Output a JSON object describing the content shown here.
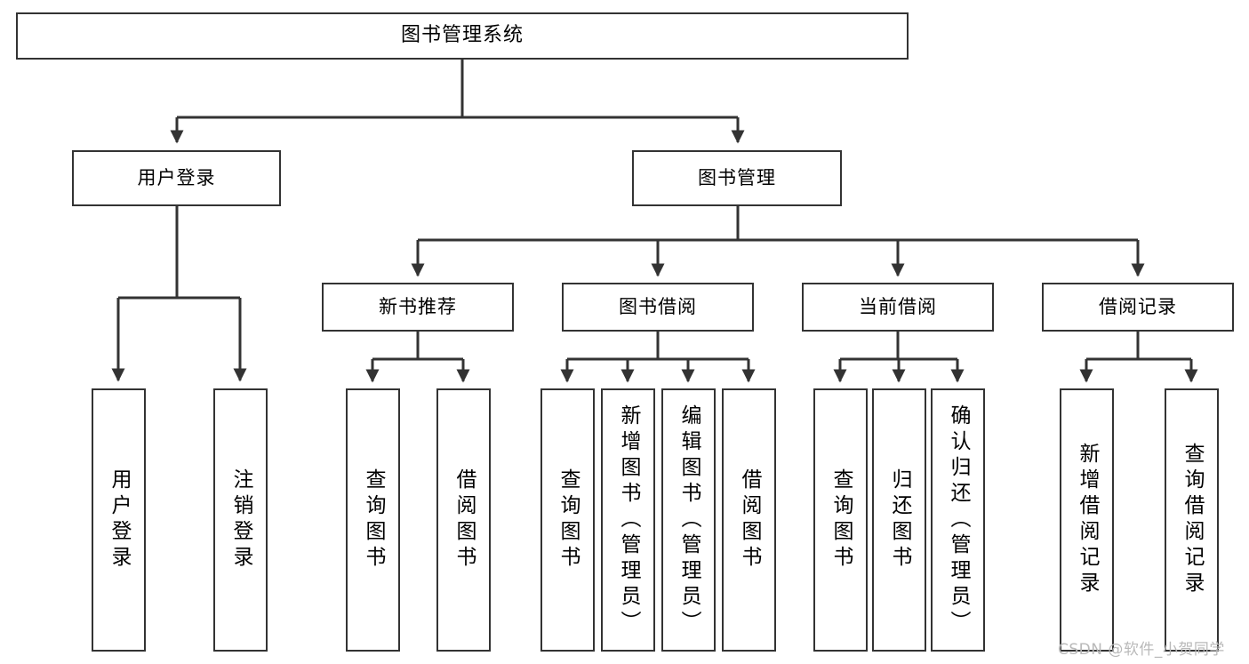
{
  "diagram": {
    "title": "图书管理系统",
    "type": "tree-hierarchy",
    "orientation": "top-down",
    "line_color": "#333333",
    "box_fill": "#ffffff",
    "box_border": "#333333"
  },
  "nodes": {
    "root": {
      "label": "图书管理系统"
    },
    "level2": [
      {
        "id": "user-login",
        "label": "用户登录"
      },
      {
        "id": "book-manage",
        "label": "图书管理"
      }
    ],
    "level3": [
      {
        "id": "new-book-recommend",
        "label": "新书推荐"
      },
      {
        "id": "book-borrow",
        "label": "图书借阅"
      },
      {
        "id": "current-borrow",
        "label": "当前借阅"
      },
      {
        "id": "borrow-record",
        "label": "借阅记录"
      }
    ],
    "leaves": {
      "user-login": [
        {
          "id": "leaf-user-login",
          "label": "用户登录"
        },
        {
          "id": "leaf-logout",
          "label": "注销登录"
        }
      ],
      "new-book-recommend": [
        {
          "id": "leaf-query-book-1",
          "label": "查询图书"
        },
        {
          "id": "leaf-borrow-book-1",
          "label": "借阅图书"
        }
      ],
      "book-borrow": [
        {
          "id": "leaf-query-book-2",
          "label": "查询图书"
        },
        {
          "id": "leaf-add-book",
          "label": "新增图书（管理员）"
        },
        {
          "id": "leaf-edit-book",
          "label": "编辑图书（管理员）"
        },
        {
          "id": "leaf-borrow-book-2",
          "label": "借阅图书"
        }
      ],
      "current-borrow": [
        {
          "id": "leaf-query-book-3",
          "label": "查询图书"
        },
        {
          "id": "leaf-return-book",
          "label": "归还图书"
        },
        {
          "id": "leaf-confirm-return",
          "label": "确认归还（管理员）"
        }
      ],
      "borrow-record": [
        {
          "id": "leaf-add-record",
          "label": "新增借阅记录"
        },
        {
          "id": "leaf-query-record",
          "label": "查询借阅记录"
        }
      ]
    }
  },
  "watermark": {
    "text": "CSDN @软件_小贺同学",
    "color": "#b9b9b9"
  }
}
